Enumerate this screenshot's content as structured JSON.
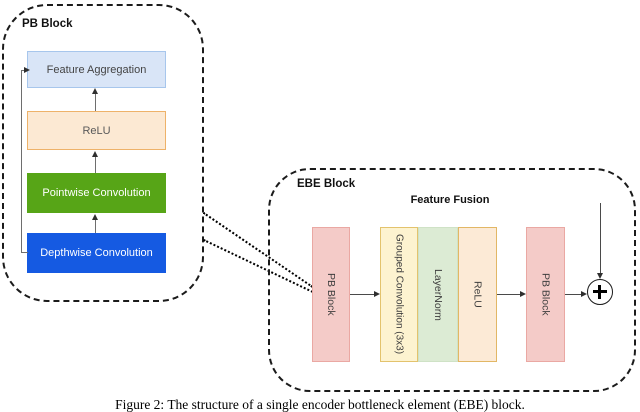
{
  "caption": "Figure 2: The structure of a single encoder bottleneck element (EBE) block.",
  "pb_block": {
    "title": "PB Block",
    "flow_direction": "bottom-to-top",
    "layers": [
      {
        "label": "Feature Aggregation",
        "fill": "#d9e5f7",
        "border": "#a7c6ec",
        "text_color": "#444444"
      },
      {
        "label": "ReLU",
        "fill": "#fce9d3",
        "border": "#eeb269",
        "text_color": "#595959"
      },
      {
        "label": "Pointwise Convolution",
        "fill": "#57a517",
        "border": "#57a517",
        "text_color": "#ffffff"
      },
      {
        "label": "Depthwise Convolution",
        "fill": "#155ae2",
        "border": "#155ae2",
        "text_color": "#ffffff"
      }
    ],
    "skip_connection": "Depthwise Convolution to Feature Aggregation"
  },
  "ebe_block": {
    "title": "EBE Block",
    "fusion_label": "Feature Fusion",
    "flow_direction": "left-to-right",
    "stages": [
      {
        "label": "PB Block",
        "fill": "#f4cbc8",
        "border": "#eaa8a3"
      },
      {
        "label": "Grouped Convolution (3x3)",
        "fill": "#fdf3d0",
        "border": "#e3c36d"
      },
      {
        "label": "LayerNorm",
        "fill": "#dcebd4",
        "border": "#cfe2c6"
      },
      {
        "label": "ReLU",
        "fill": "#fcead6",
        "border": "#e2b765"
      },
      {
        "label": "PB Block",
        "fill": "#f4cbc8",
        "border": "#eaa8a3"
      }
    ],
    "sum_icon": "plus-in-circle",
    "residual_connection": true
  },
  "colors": {
    "panel_border": "#1b1b1b",
    "connector_line": "#6e6e6e",
    "arrowhead": "#2f2f2f",
    "background": "#ffffff"
  }
}
